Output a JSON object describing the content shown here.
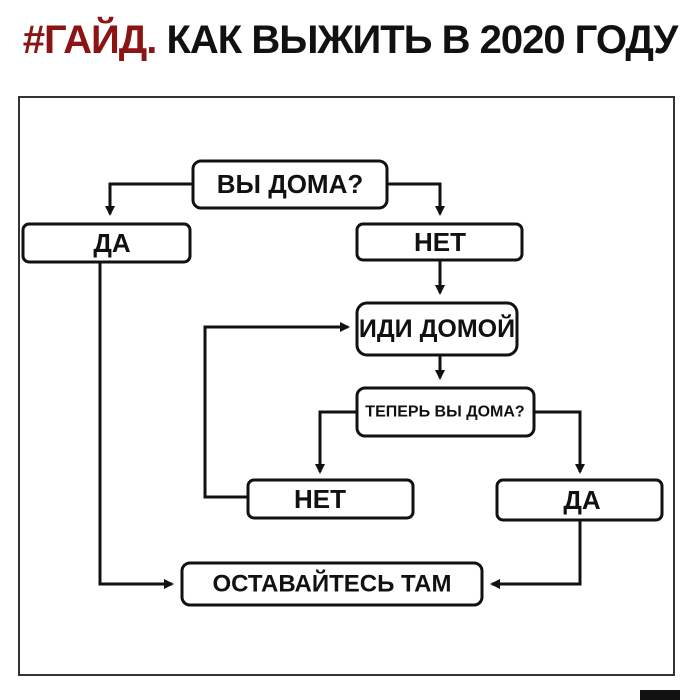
{
  "header": {
    "tag": "#ГАЙД.",
    "title": "КАК ВЫЖИТЬ В 2020 ГОДУ"
  },
  "flowchart": {
    "q1": "ВЫ ДОМА?",
    "yes1": "ДА",
    "no1": "НЕТ",
    "go_home": "ИДИ ДОМОЙ",
    "q2": "ТЕПЕРЬ ВЫ ДОМА?",
    "no2": "НЕТ",
    "yes2": "ДА",
    "stay": "ОСТАВАЙТЕСЬ ТАМ"
  },
  "colors": {
    "tag": "#8b1515",
    "ink": "#111111",
    "background": "#ffffff"
  }
}
